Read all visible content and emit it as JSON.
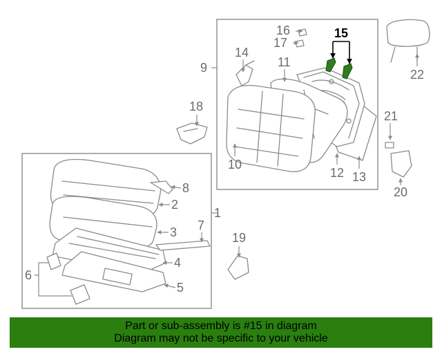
{
  "diagram": {
    "callouts": [
      {
        "id": "1",
        "text": "1"
      },
      {
        "id": "2",
        "text": "2"
      },
      {
        "id": "3",
        "text": "3"
      },
      {
        "id": "4",
        "text": "4"
      },
      {
        "id": "5",
        "text": "5"
      },
      {
        "id": "6",
        "text": "6"
      },
      {
        "id": "7",
        "text": "7"
      },
      {
        "id": "8",
        "text": "8"
      },
      {
        "id": "9",
        "text": "9"
      },
      {
        "id": "10",
        "text": "10"
      },
      {
        "id": "11",
        "text": "11"
      },
      {
        "id": "12",
        "text": "12"
      },
      {
        "id": "13",
        "text": "13"
      },
      {
        "id": "14",
        "text": "14"
      },
      {
        "id": "15",
        "text": "15"
      },
      {
        "id": "16",
        "text": "16"
      },
      {
        "id": "17",
        "text": "17"
      },
      {
        "id": "18",
        "text": "18"
      },
      {
        "id": "19",
        "text": "19"
      },
      {
        "id": "20",
        "text": "20"
      },
      {
        "id": "21",
        "text": "21"
      },
      {
        "id": "22",
        "text": "22"
      }
    ],
    "highlight_part": "15",
    "colors": {
      "line": "#8a8a8a",
      "label": "#6b6b6b",
      "highlight_part": "#2e7d1f",
      "banner_bg": "#2a7f0f",
      "banner_text": "#000000"
    }
  },
  "banner": {
    "line1": "Part or sub-assembly is #15 in diagram",
    "line2": "Diagram may not be specific to your vehicle"
  }
}
